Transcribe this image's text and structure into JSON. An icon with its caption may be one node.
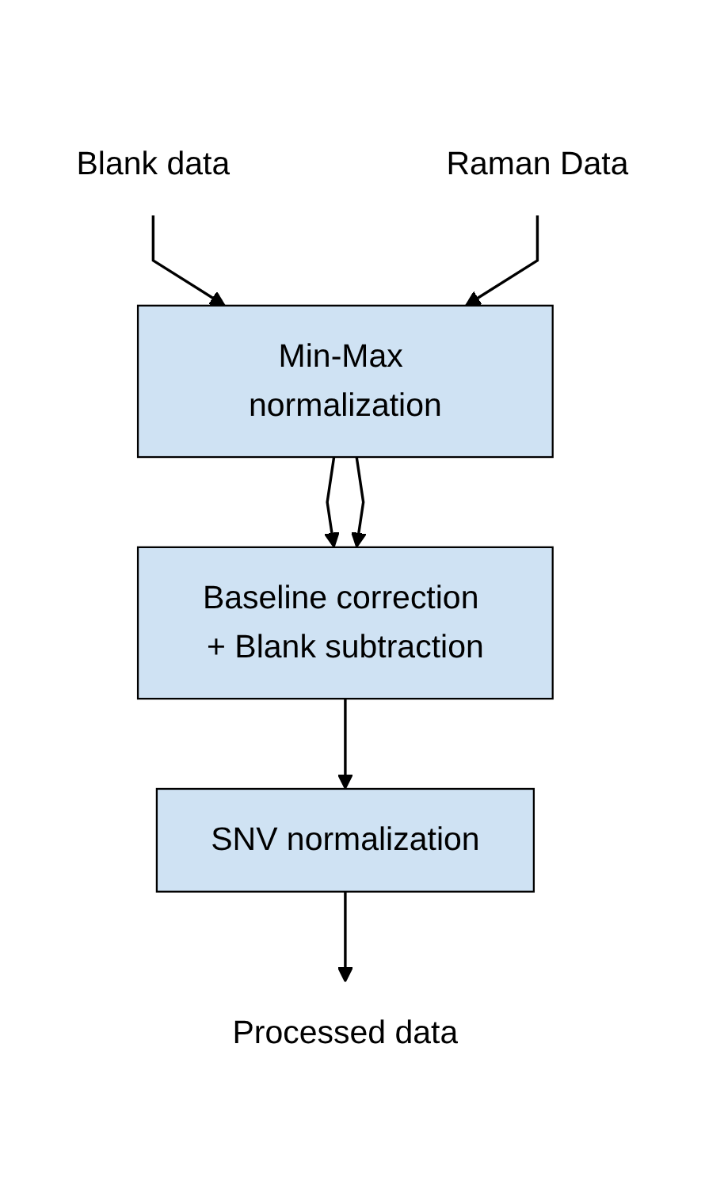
{
  "diagram": {
    "nodes": [
      {
        "text": [
          "Blank data"
        ]
      },
      {
        "text": [
          "Raman Data"
        ]
      },
      {
        "text": [
          "Min-Max normalization"
        ]
      },
      {
        "text": [
          "Baseline correction + Blank subtraction"
        ]
      },
      {
        "text": [
          "SNV normalization"
        ]
      },
      {
        "text": [
          "Processed data"
        ]
      }
    ],
    "edges": [
      {
        "from": 0,
        "to": 2,
        "arrow": "to"
      },
      {
        "from": 1,
        "to": 2,
        "arrow": "to"
      },
      {
        "from": 2,
        "to": 3,
        "arrow": "to"
      },
      {
        "from": 2,
        "to": 3,
        "arrow": "to"
      },
      {
        "from": 3,
        "to": 4,
        "arrow": "to"
      },
      {
        "from": 4,
        "to": 5,
        "arrow": "to"
      }
    ]
  }
}
